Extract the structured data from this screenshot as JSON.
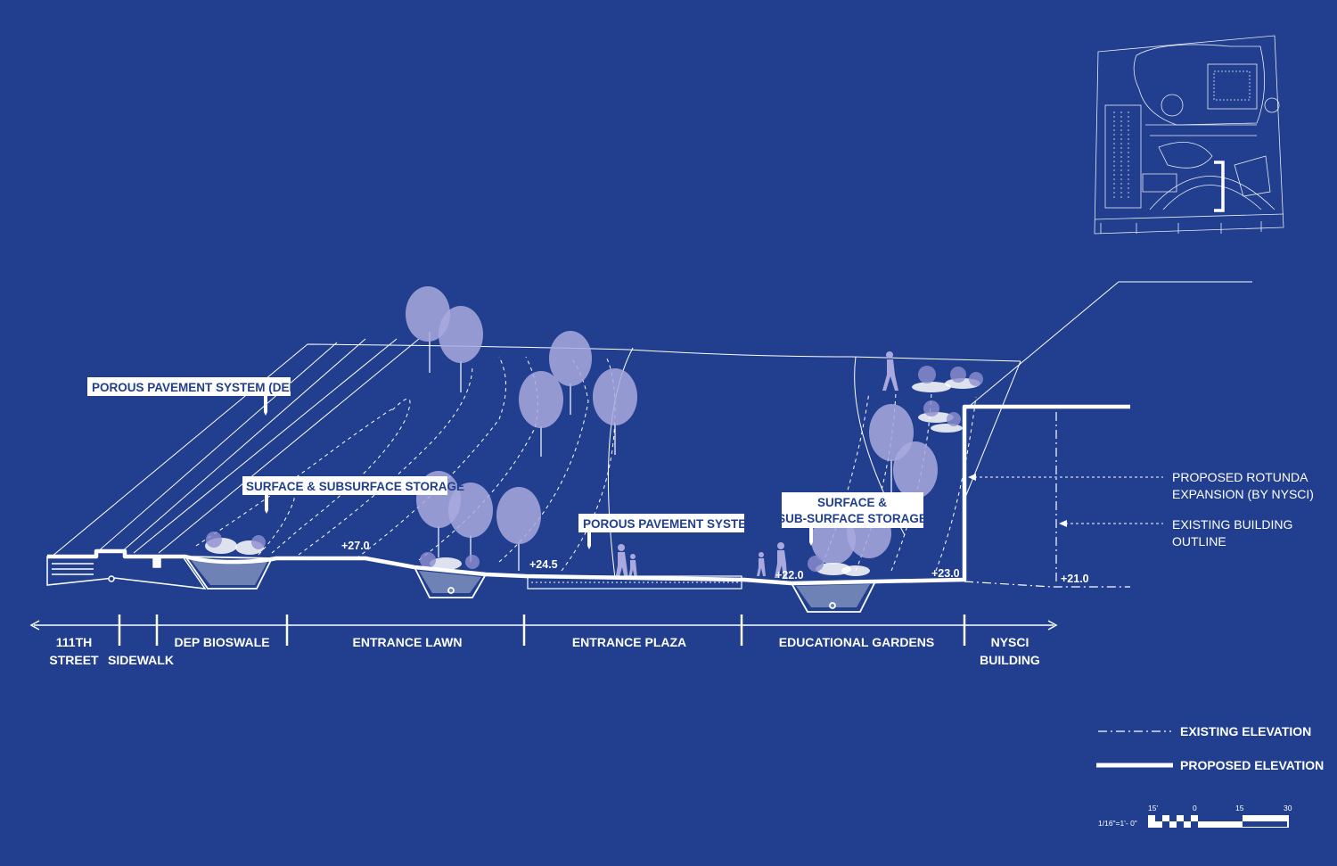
{
  "callouts": {
    "porous_dep": "POROUS PAVEMENT SYSTEM (DEP)",
    "surface_subsurface": "SURFACE & SUBSURFACE STORAGE",
    "porous": "POROUS PAVEMENT SYSTEM",
    "surface_sub_line1": "SURFACE &",
    "surface_sub_line2": "SUB-SURFACE STORAGE"
  },
  "elevations": {
    "e27": "+27.0",
    "e245": "+24.5",
    "e22": "+22.0",
    "e23": "+23.0",
    "e21": "+21.0"
  },
  "zones": {
    "street_1": "111TH",
    "street_2": "STREET",
    "sidewalk": "SIDEWALK",
    "bioswale": "DEP BIOSWALE",
    "lawn": "ENTRANCE LAWN",
    "plaza": "ENTRANCE PLAZA",
    "gardens": "EDUCATIONAL GARDENS",
    "nysci_1": "NYSCI",
    "nysci_2": "BUILDING"
  },
  "notes": {
    "rotunda_1": "PROPOSED ROTUNDA",
    "rotunda_2": "EXPANSION (BY NYSCI)",
    "outline_1": "EXISTING BUILDING",
    "outline_2": "OUTLINE"
  },
  "legend": {
    "existing": "EXISTING ELEVATION",
    "proposed": "PROPOSED ELEVATION"
  },
  "scale": {
    "t1": "15'",
    "t2": "0",
    "t3": "15",
    "t4": "30",
    "ratio": "1/16\"=1'- 0\""
  },
  "colors": {
    "background": "#213f8e",
    "line": "#ffffff",
    "tree": "#a9a9de"
  }
}
